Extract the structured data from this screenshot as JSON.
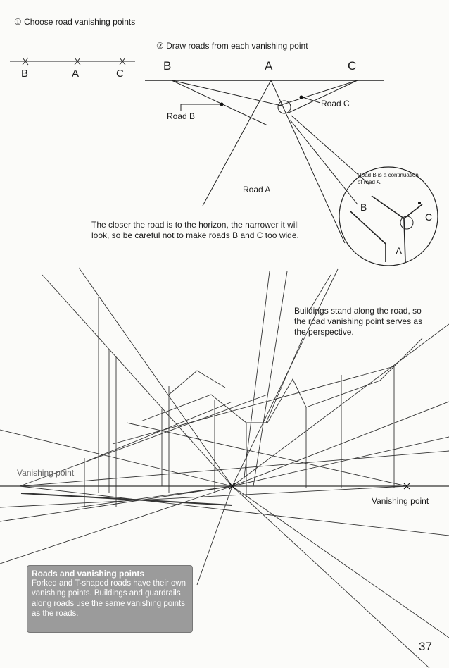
{
  "step1": {
    "heading": "① Choose road vanishing points",
    "b": "B",
    "a": "A",
    "c": "C"
  },
  "step2": {
    "heading": "② Draw roads from each vanishing point",
    "b": "B",
    "a": "A",
    "c": "C",
    "road_b": "Road B",
    "road_c": "Road C",
    "road_a": "Road A",
    "closer_note": "The closer the road is to the horizon, the narrower it will look, so be careful not to make roads B and C too wide."
  },
  "zoom": {
    "note_line1": "Road B is a continuation",
    "note_line2": "of road A.",
    "b": "B",
    "c": "C",
    "a": "A"
  },
  "perspective": {
    "buildings_note": "Buildings stand along the road, so the road vanishing point serves as the perspective.",
    "vanishing_left": "Vanishing point",
    "vanishing_right": "Vanishing point"
  },
  "infobox": {
    "title": "Roads and vanishing points",
    "body": "Forked and T-shaped roads have their own vanishing points. Buildings and guardrails along roads use the same vanishing points as the roads."
  },
  "page_number": "37"
}
